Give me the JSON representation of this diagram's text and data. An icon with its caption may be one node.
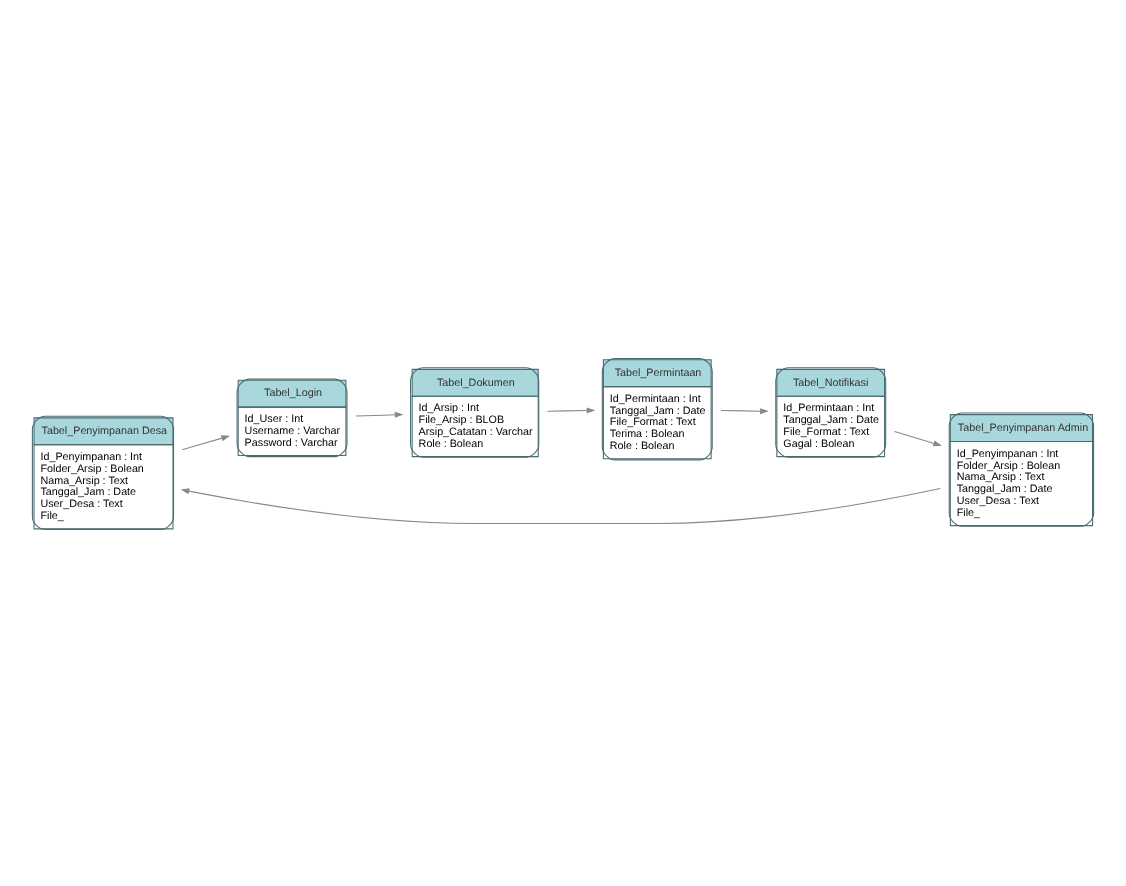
{
  "diagram": {
    "nodes": [
      {
        "text": [
          "Tabel_Penyimpanan Desa",
          "Id_Penyimpanan : Int",
          "Folder_Arsip : Bolean",
          "Nama_Arsip : Text",
          "Tanggal_Jam : Date",
          "User_Desa : Text",
          "File_"
        ]
      },
      {
        "text": [
          "Tabel_Login",
          "Id_User : Int",
          "Username : Varchar",
          "Password : Varchar"
        ]
      },
      {
        "text": [
          "Tabel_Dokumen",
          "Id_Arsip : Int",
          "File_Arsip : BLOB",
          "Arsip_Catatan : Varchar",
          "Role : Bolean"
        ]
      },
      {
        "text": [
          "Tabel_Permintaan",
          "Id_Permintaan : Int",
          "Tanggal_Jam : Date",
          "File_Format : Text",
          "Terima : Bolean",
          "Role : Bolean"
        ]
      },
      {
        "text": [
          "Tabel_Notifikasi",
          "Id_Permintaan : Int",
          "Tanggal_Jam : Date",
          "File_Format : Text",
          "Gagal : Bolean"
        ]
      },
      {
        "text": [
          "Tabel_Penyimpanan Admin",
          "Id_Penyimpanan : Int",
          "Folder_Arsip : Bolean",
          "Nama_Arsip : Text",
          "Tanggal_Jam : Date",
          "User_Desa : Text",
          "File_"
        ]
      }
    ],
    "edges": [
      {
        "from": 0,
        "to": 1,
        "arrow": "to"
      },
      {
        "from": 1,
        "to": 2,
        "arrow": "to"
      },
      {
        "from": 2,
        "to": 3,
        "arrow": "to"
      },
      {
        "from": 3,
        "to": 4,
        "arrow": "to"
      },
      {
        "from": 4,
        "to": 5,
        "arrow": "to"
      },
      {
        "from": 5,
        "to": 0,
        "arrow": "to"
      }
    ]
  }
}
